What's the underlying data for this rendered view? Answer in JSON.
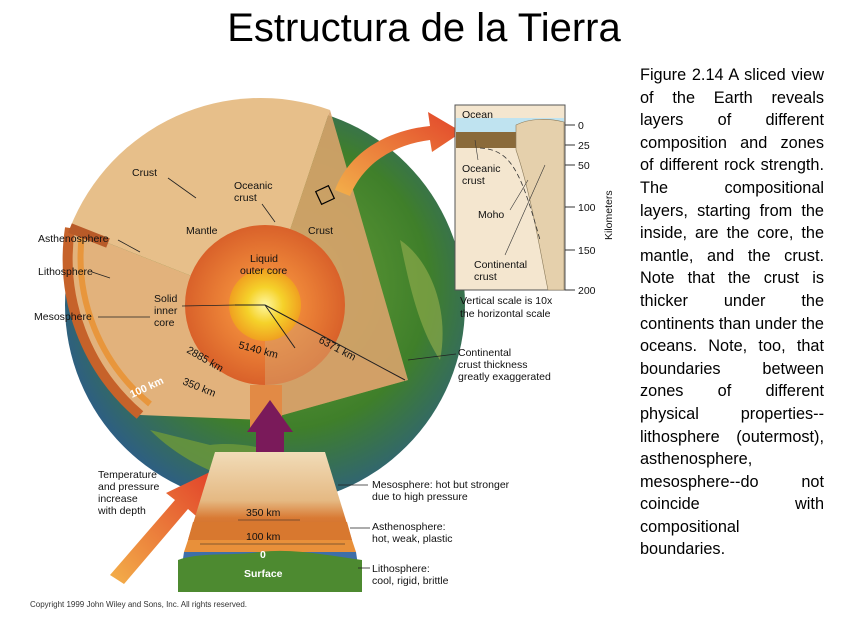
{
  "title": "Estructura de la Tierra",
  "caption": "Figure 2.14 A sliced view of the Earth reveals layers of different composition and zones of different rock strength. The compositional layers, starting from the inside, are the core, the mantle, and the crust. Note that the crust is thicker under the continents than under the oceans. Note, too, that boundaries between zones of different physical properties--lithosphere (outermost), asthenosphere, mesosphere--do not coincide with compositional boundaries.",
  "globe_labels": {
    "crust": "Crust",
    "oceanic_crust_1": "Oceanic",
    "oceanic_crust_2": "crust",
    "mantle": "Mantle",
    "crust_right": "Crust",
    "asthenosphere": "Asthenosphere",
    "lithosphere": "Lithosphere",
    "mesosphere": "Mesosphere",
    "liquid_outer_core_1": "Liquid",
    "liquid_outer_core_2": "outer core",
    "solid_inner_core_1": "Solid",
    "solid_inner_core_2": "inner",
    "solid_inner_core_3": "core",
    "d5140": "5140 km",
    "d6371": "6371 km",
    "d2885": "2885 km",
    "d350": "350 km",
    "d100": "100 km",
    "continental_1": "Continental",
    "continental_2": "crust thickness",
    "continental_3": "greatly exaggerated"
  },
  "inset": {
    "ocean": "Ocean",
    "oceanic_crust_1": "Oceanic",
    "oceanic_crust_2": "crust",
    "moho": "Moho",
    "continental_1": "Continental",
    "continental_2": "crust",
    "axis_label": "Kilometers",
    "ticks": [
      "0",
      "25",
      "50",
      "100",
      "150",
      "200"
    ],
    "note_1": "Vertical scale is 10x",
    "note_2": "the horizontal scale"
  },
  "column": {
    "temp_1": "Temperature",
    "temp_2": "and pressure",
    "temp_3": "increase",
    "temp_4": "with depth",
    "km350": "350 km",
    "km100": "100 km",
    "zero": "0",
    "surface": "Surface",
    "meso_1": "Mesosphere: hot but stronger",
    "meso_2": "due to high pressure",
    "astheno_1": "Asthenosphere:",
    "astheno_2": "hot, weak, plastic",
    "litho_1": "Lithosphere:",
    "litho_2": "cool, rigid, brittle"
  },
  "copyright": "Copyright 1999 John Wiley and Sons, Inc. All rights reserved.",
  "colors": {
    "ocean": "#3f6fb5",
    "land": "#4f8a2e",
    "mantle": "#e3b27a",
    "outer_core": "#e8732e",
    "inner_core": "#f7e23a",
    "arrow": "#e2502a"
  }
}
